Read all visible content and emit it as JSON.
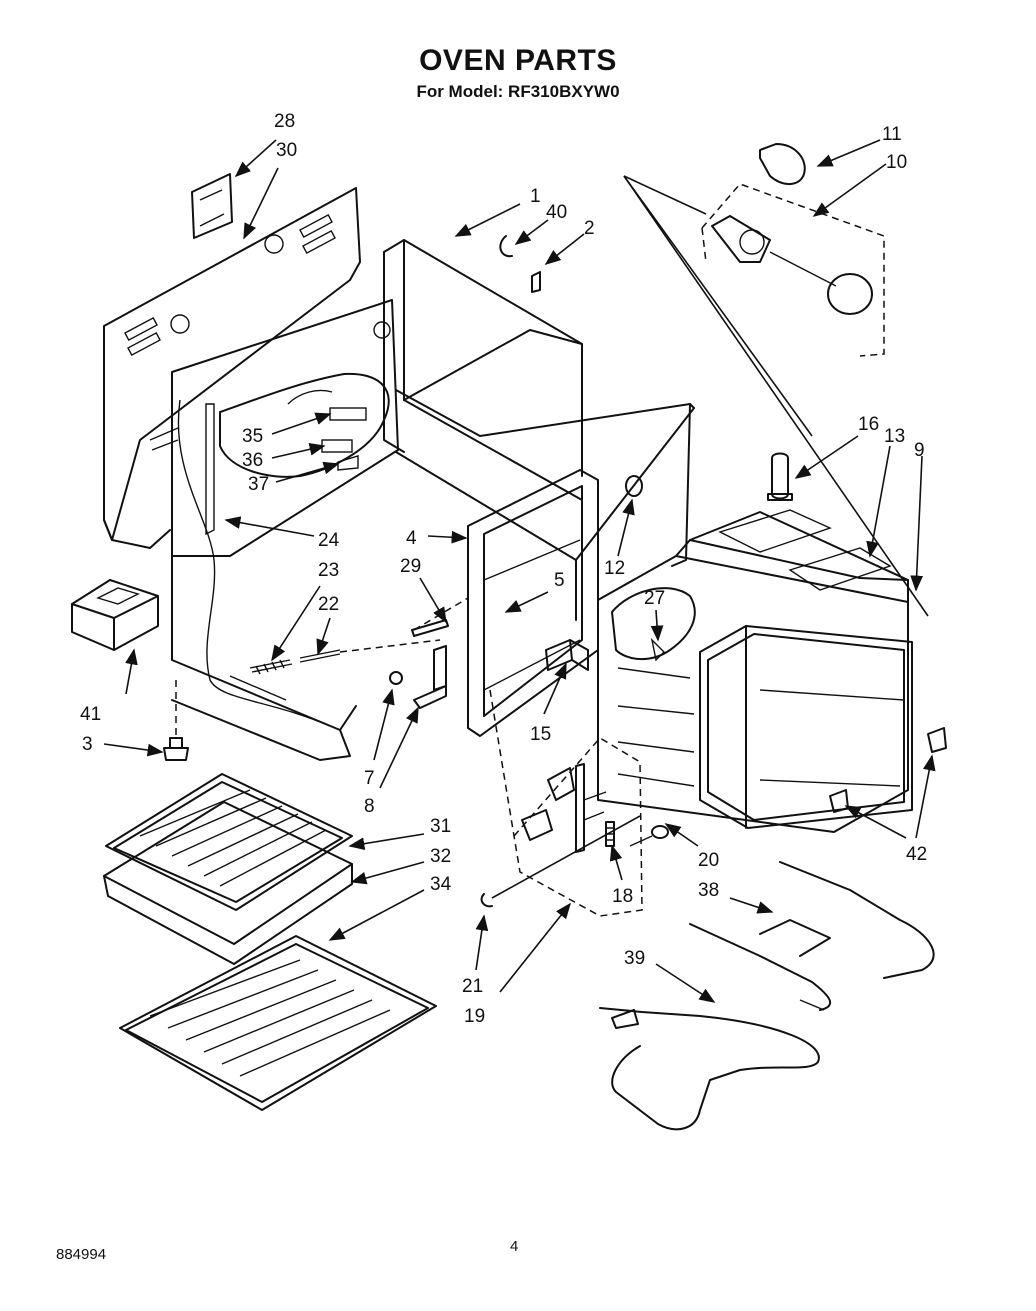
{
  "title": "OVEN PARTS",
  "subtitle": "For Model: RF310BXYW0",
  "footer": {
    "code": "884994",
    "page_number": "4"
  },
  "callouts": [
    "28",
    "30",
    "1",
    "40",
    "2",
    "11",
    "10",
    "16",
    "13",
    "9",
    "35",
    "36",
    "37",
    "24",
    "4",
    "29",
    "5",
    "12",
    "27",
    "23",
    "22",
    "41",
    "3",
    "7",
    "8",
    "15",
    "31",
    "32",
    "34",
    "20",
    "42",
    "18",
    "38",
    "21",
    "19",
    "39"
  ]
}
